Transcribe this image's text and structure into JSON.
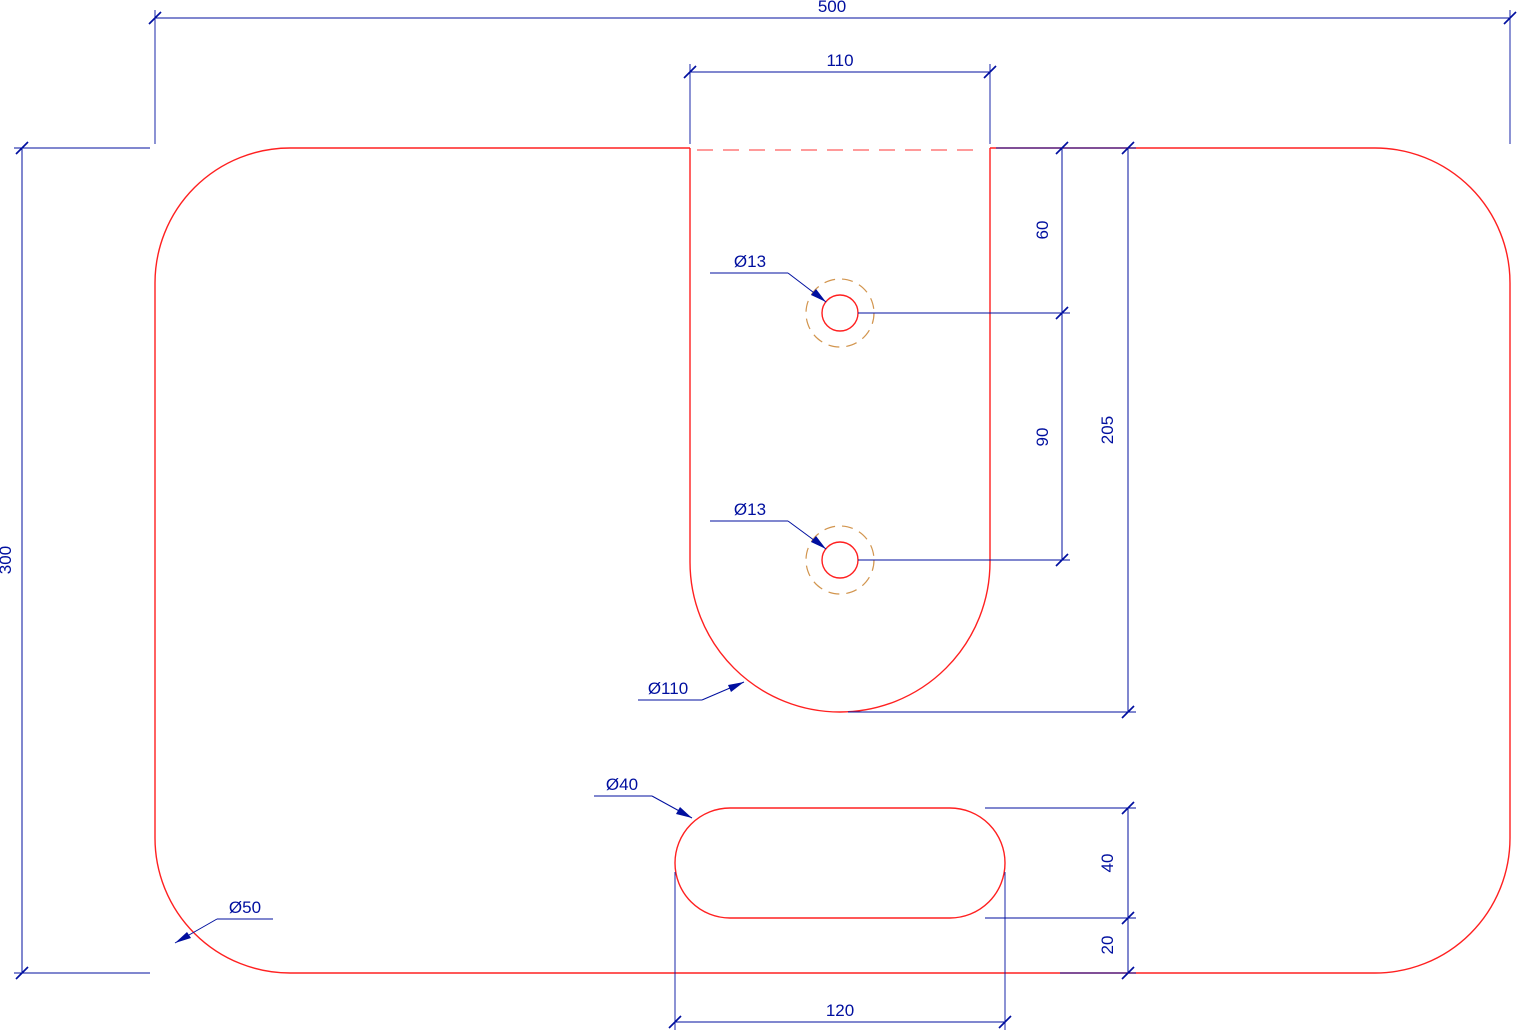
{
  "drawing": {
    "labels": {
      "dim_width": "500",
      "dim_slot_width": "110",
      "dim_hole1_offset": "60",
      "dim_hole_spacing": "90",
      "dim_slot_depth": "205",
      "dim_height": "300",
      "dim_obround_length": "120",
      "dim_obround_height": "40",
      "dim_obround_bottom_offset": "20",
      "leader_hole1": "Ø13",
      "leader_hole2": "Ø13",
      "leader_slot_arc": "Ø110",
      "leader_obround": "Ø40",
      "leader_corner_radius": "Ø50"
    },
    "colors": {
      "bg": "#ffffff",
      "geometry": "#ff2020",
      "dimension": "#000f9f",
      "thread": "#d2954e"
    }
  }
}
